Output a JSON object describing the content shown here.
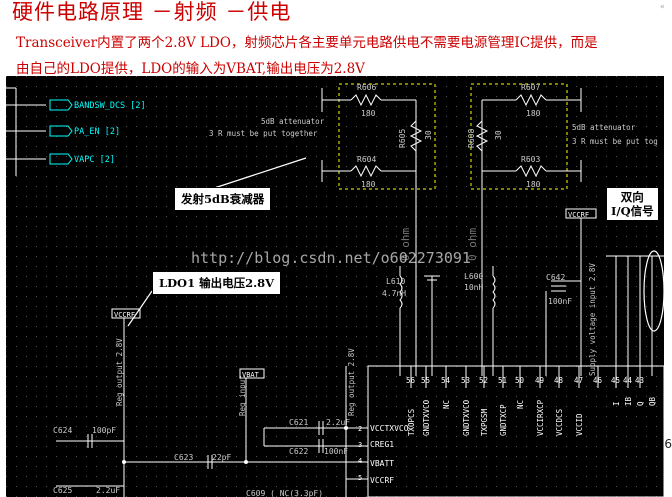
{
  "slide": {
    "title": "硬件电路原理 －射频 －供电",
    "line1": "Transceiver内置了两个2.8V LDO，射频芯片各主要单元电路供电不需要电源管理IC提供，而是",
    "line2": "由自己的LDO提供，LDO的输入为VBAT,输出电压为2.8V",
    "page_number": "6"
  },
  "colors": {
    "title": "#cc0000",
    "schematic_bg": "#000000",
    "wire": "#ffffff",
    "net_label": "#00ffff",
    "component": "#cccccc",
    "dashed_box": "#ffff00"
  },
  "watermark": "http://blog.csdn.net/o602273091",
  "callouts": {
    "attenuator": "发射5dB衰减器",
    "ldo1": "LDO1 输出电压2.8V",
    "iq_line1": "双向",
    "iq_line2": "I/Q信号"
  },
  "nets": {
    "band": "BANDSW_DCS [2]",
    "pa_en": "PA_EN [2]",
    "vapc": "VAPC [2]",
    "vccrf": "VCCRF",
    "vbat": "VBAT",
    "vccrf2": "VCCRF"
  },
  "components": {
    "r606": "R606",
    "r606_val": "180",
    "r605": "R605",
    "r605_val": "30",
    "r604": "R604",
    "r604_val": "180",
    "r607": "R607",
    "r607_val": "180",
    "r608": "R608",
    "r608_val": "30",
    "r603": "R603",
    "r603_val": "180",
    "c642": "C642",
    "c642_val": "100nF",
    "l610": "L610",
    "l610_val": "4.7nH",
    "l600": "L600",
    "l600_val": "10nH",
    "c624": "C624",
    "c624_val": "100pF",
    "c625": "C625",
    "c625_val": "2.2uF",
    "c623": "C623",
    "c623_val": "22pF",
    "c621": "C621",
    "c621_val": "2.2uF",
    "c622": "C622",
    "c622_val": "100nF",
    "c609": "C609 ( NC(3.3pF)",
    "l_ohm1": "0 ohm",
    "l_ohm2": "0 ohm"
  },
  "notes": {
    "att_left_1": "5dB attenuator",
    "att_left_2": "3 R must be put together",
    "att_right_1": "5dB attenuator",
    "att_right_2": "3 R must be put tog"
  },
  "pin_labels": {
    "reg_output": "Reg output 2.8V",
    "reg_input": "Reg input",
    "reg_output2": "Reg output 2.8V",
    "supply": "Supply voltage input 2.8V",
    "vcctxvco": "VCCTXVCO",
    "creg1": "CREG1",
    "vbat_pin": "VBATT",
    "vccrf_pin": "VCCRF",
    "p1": "TXOPCS",
    "p2": "GNDTXVCO",
    "p3": "NC",
    "p4": "GNDTXVCO",
    "p5": "TXPGSM",
    "p6": "GNDTXCP",
    "p7": "NC",
    "p8": "VCCIRXCP",
    "p9": "VCCDCS",
    "p10": "VCCID",
    "n1": "56",
    "n2": "55",
    "n3": "54",
    "n4": "53",
    "n5": "52",
    "n6": "51",
    "n7": "50",
    "n8": "49",
    "n9": "48",
    "n10": "47",
    "n11": "46",
    "n12": "45",
    "n13": "44",
    "n14": "43",
    "q1": "I",
    "q2": "IB",
    "q3": "Q",
    "q4": "QB",
    "s2": "2",
    "s3": "3",
    "s4": "4",
    "s5": "5"
  }
}
